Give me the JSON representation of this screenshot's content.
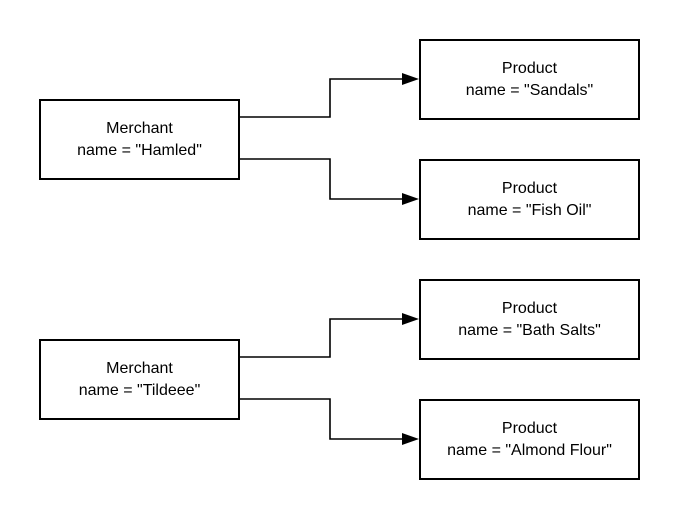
{
  "merchants": [
    {
      "type_label": "Merchant",
      "attribute": "name = \"Hamled\"",
      "products": [
        {
          "type_label": "Product",
          "attribute": "name = \"Sandals\""
        },
        {
          "type_label": "Product",
          "attribute": "name = \"Fish Oil\""
        }
      ]
    },
    {
      "type_label": "Merchant",
      "attribute": "name = \"Tildeee\"",
      "products": [
        {
          "type_label": "Product",
          "attribute": "name = \"Bath Salts\""
        },
        {
          "type_label": "Product",
          "attribute": "name = \"Almond Flour\""
        }
      ]
    }
  ],
  "colors": {
    "stroke": "#000000",
    "background": "#ffffff",
    "text": "#000000"
  }
}
